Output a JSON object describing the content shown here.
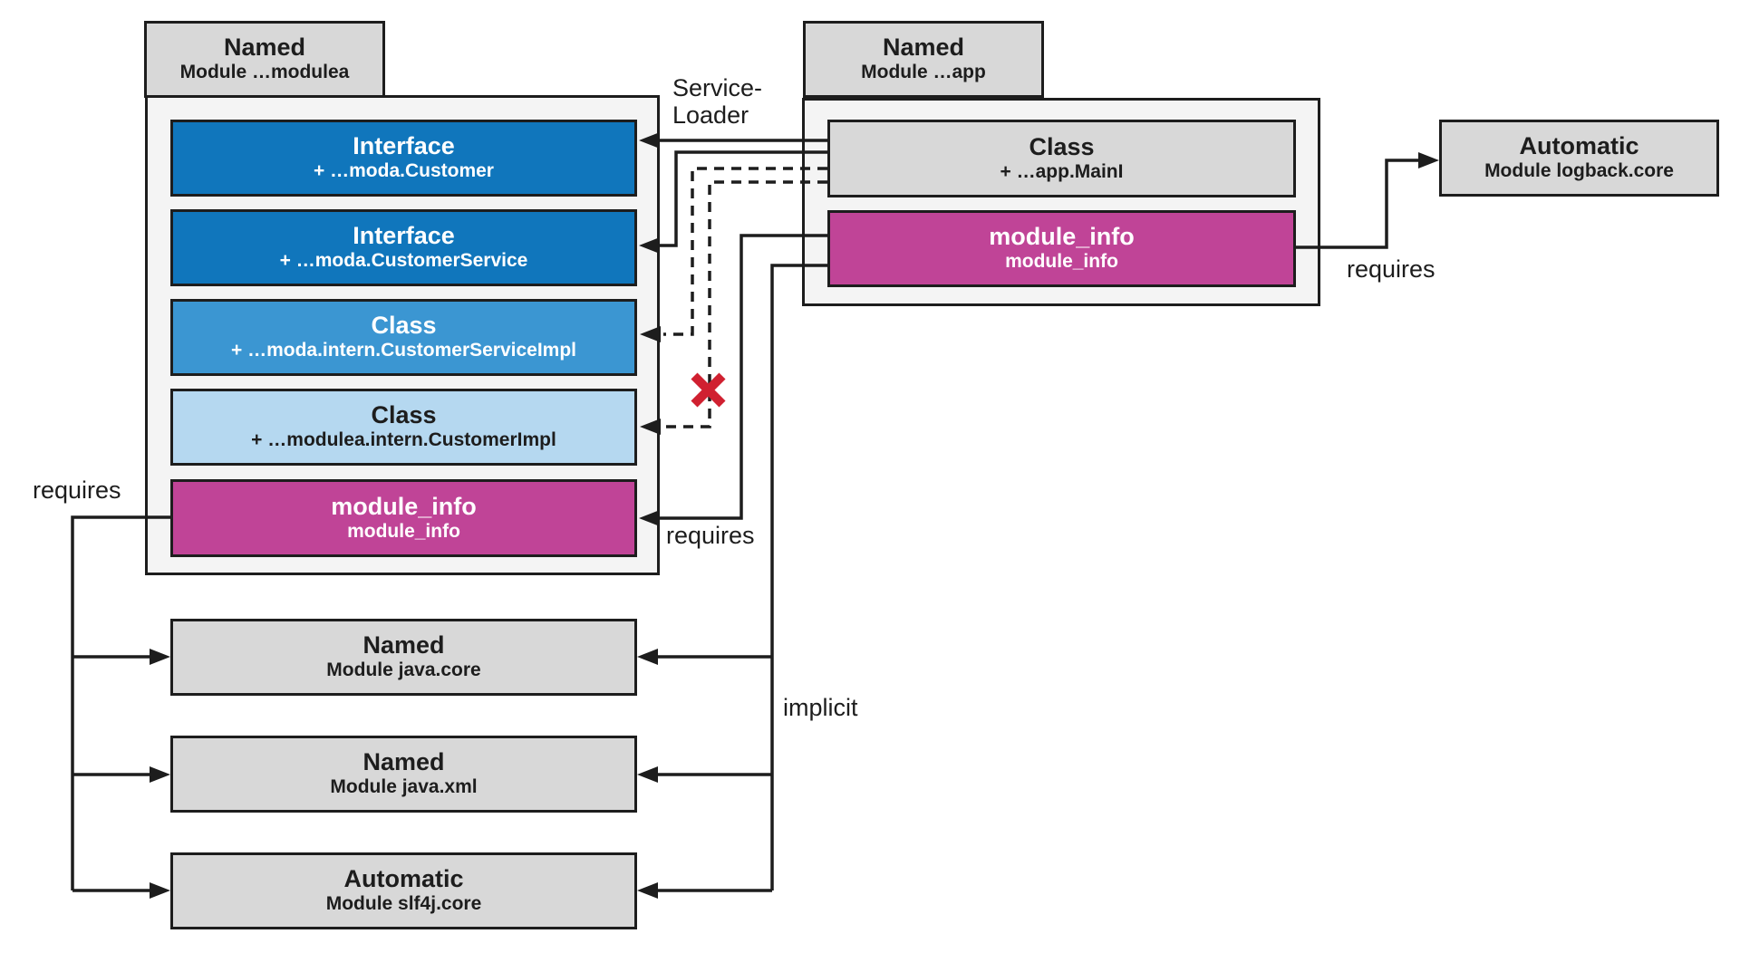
{
  "colors": {
    "dark_blue": "#1076bc",
    "mid_blue": "#3b96d2",
    "light_blue": "#b5d8f0",
    "magenta": "#c04497",
    "gray_box": "#d8d8d8",
    "container_fill": "#f4f4f4",
    "line": "#1d1d1d",
    "x_red": "#d02030"
  },
  "left_module": {
    "tab": {
      "title": "Named",
      "subtitle": "Module …modulea"
    },
    "boxes": [
      {
        "title": "Interface",
        "subtitle": "+ …moda.Customer"
      },
      {
        "title": "Interface",
        "subtitle": "+ …moda.CustomerService"
      },
      {
        "title": "Class",
        "subtitle": "+ …moda.intern.CustomerServiceImpl"
      },
      {
        "title": "Class",
        "subtitle": "+ …modulea.intern.CustomerImpl"
      },
      {
        "title": "module_info",
        "subtitle": "module_info"
      }
    ]
  },
  "app_module": {
    "tab": {
      "title": "Named",
      "subtitle": "Module …app"
    },
    "boxes": [
      {
        "title": "Class",
        "subtitle": "+ …app.MainI"
      },
      {
        "title": "module_info",
        "subtitle": "module_info"
      }
    ]
  },
  "external_modules": {
    "logback": {
      "title": "Automatic",
      "subtitle": "Module logback.core"
    },
    "java_core": {
      "title": "Named",
      "subtitle": "Module java.core"
    },
    "java_xml": {
      "title": "Named",
      "subtitle": "Module java.xml"
    },
    "slf4j": {
      "title": "Automatic",
      "subtitle": "Module slf4j.core"
    }
  },
  "labels": {
    "service_loader": "Service-\nLoader",
    "requires_left": "requires",
    "requires_middle": "requires",
    "requires_right": "requires",
    "implicit": "implicit"
  }
}
